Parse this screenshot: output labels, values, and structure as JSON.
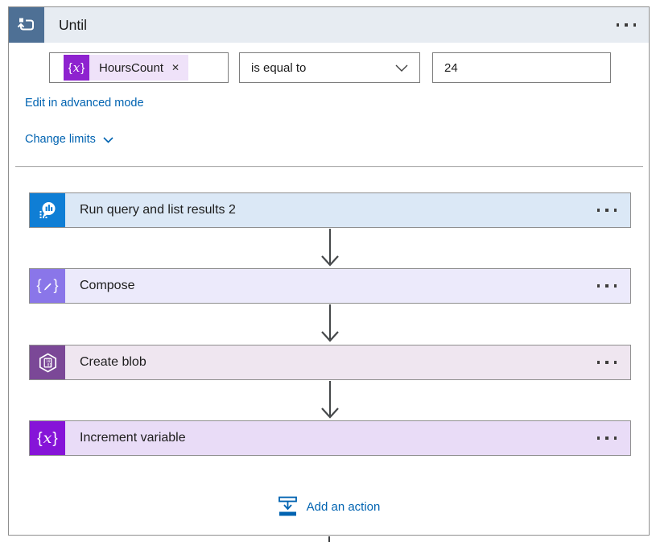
{
  "header": {
    "title": "Until"
  },
  "condition": {
    "left_value": {
      "token_label": "HoursCount",
      "remove_glyph": "✕"
    },
    "operator": {
      "selected": "is equal to"
    },
    "right_value": {
      "value": "24"
    }
  },
  "links": {
    "edit_advanced": "Edit in advanced mode",
    "change_limits": "Change limits"
  },
  "actions": [
    {
      "label": "Run query and list results 2",
      "icon": "log-analytics-icon",
      "icon_bg": "#0f7ed5",
      "row_bg": "#dbe8f6"
    },
    {
      "label": "Compose",
      "icon": "compose-icon",
      "icon_bg": "#8a76e9",
      "row_bg": "#eceafb"
    },
    {
      "label": "Create blob",
      "icon": "blob-storage-icon",
      "icon_bg": "#7b4897",
      "row_bg": "#efe6f0"
    },
    {
      "label": "Increment variable",
      "icon": "increment-variable-icon",
      "icon_bg": "#8614d8",
      "row_bg": "#e9dcf7"
    }
  ],
  "add_action": {
    "label": "Add an action"
  },
  "colors": {
    "link_blue": "#0063b1",
    "header_bg": "#e7ecf2",
    "header_icon_bg": "#4e7095",
    "token_icon_bg": "#8e22cf",
    "token_pill_bg": "#efe2f9",
    "card_border": "#8f8f8f",
    "connector": "#45484a"
  }
}
